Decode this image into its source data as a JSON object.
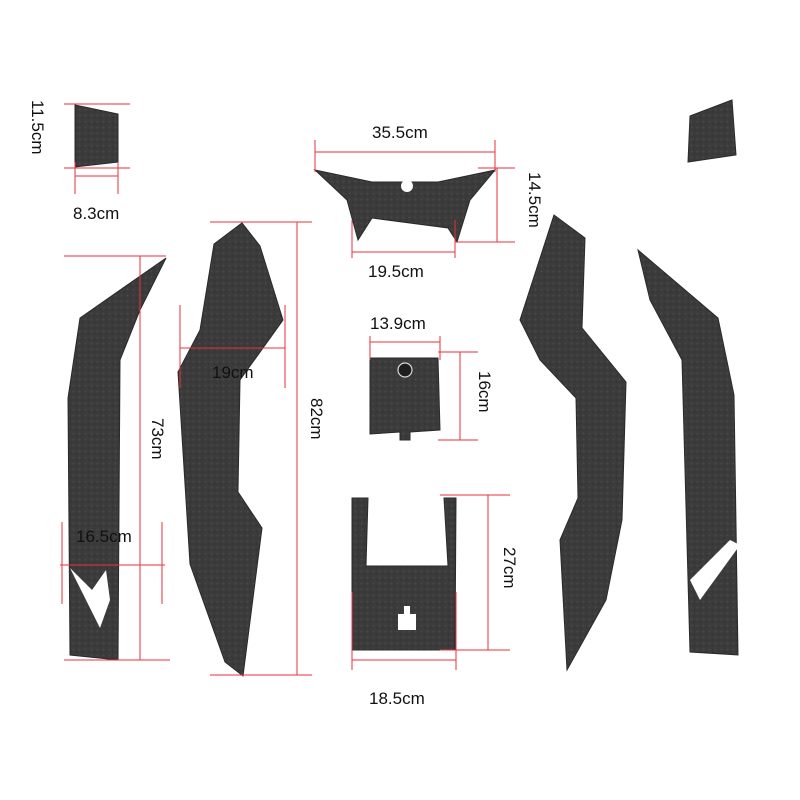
{
  "dimensions": {
    "small_piece_height": "11.5cm",
    "small_piece_width": "8.3cm",
    "top_panel_width": "35.5cm",
    "top_panel_height": "14.5cm",
    "top_panel_opening_width": "19.5cm",
    "center_pad_width": "13.9cm",
    "center_pad_height": "16cm",
    "side_strip_width": "19cm",
    "side_strip_height": "82cm",
    "side_panel_height": "73cm",
    "side_panel_width": "16.5cm",
    "floor_panel_height": "27cm",
    "floor_panel_width": "18.5cm"
  },
  "colors": {
    "dimension_line": "#e8323c",
    "pad_material": "#3a3a3a",
    "background": "#ffffff"
  }
}
